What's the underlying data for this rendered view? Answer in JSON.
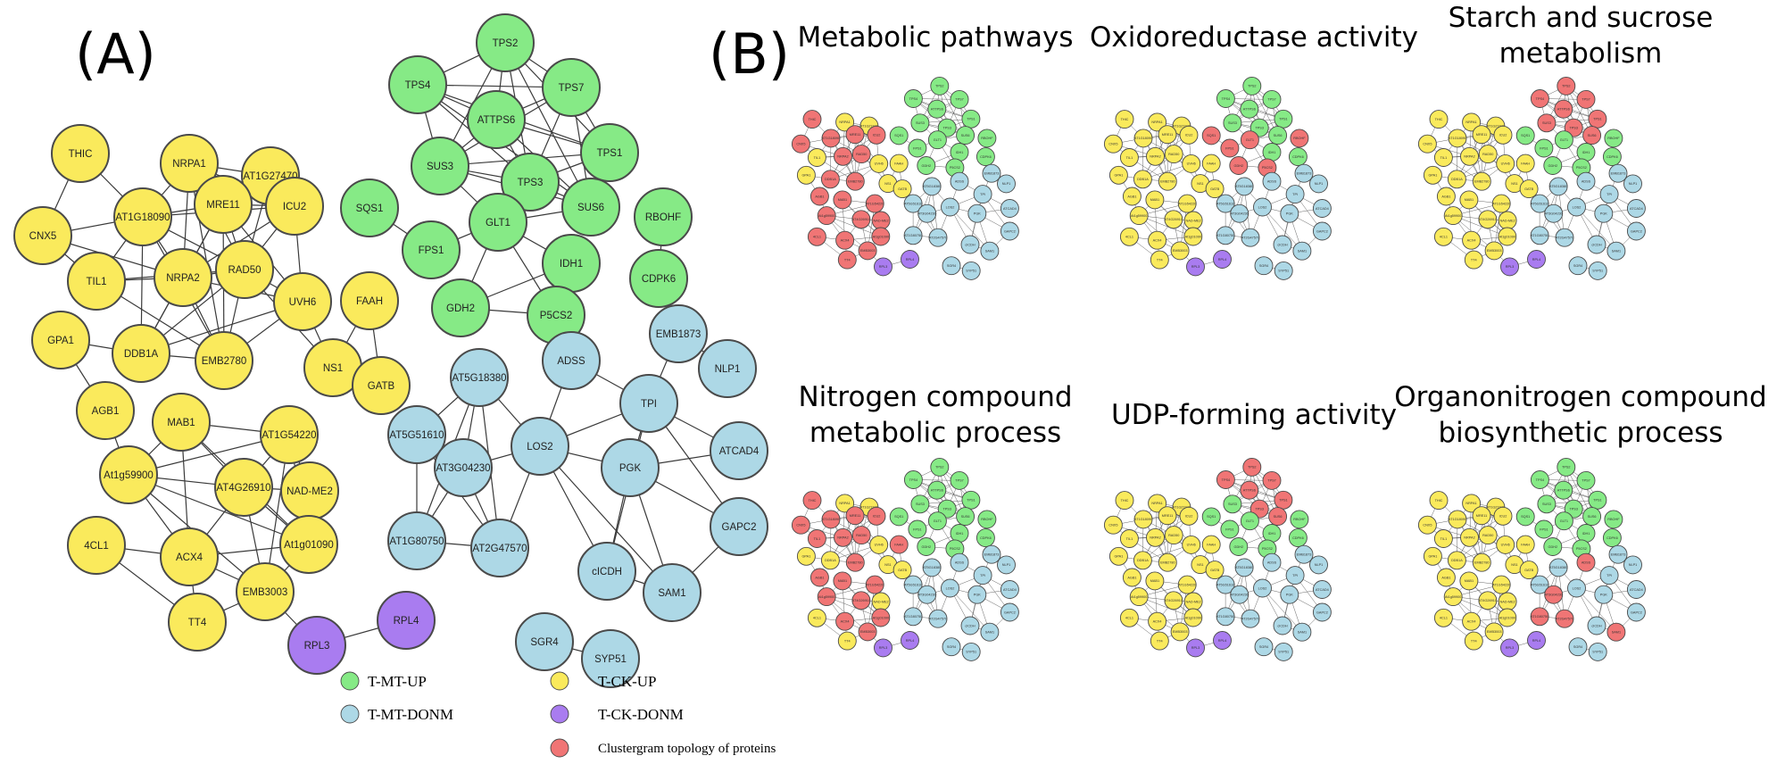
{
  "panels": {
    "a_label": "(A)",
    "b_label": "(B)"
  },
  "colors": {
    "T-MT-UP": "#86ea86",
    "T-CK-UP": "#faea5c",
    "T-MT-DONM": "#add8e6",
    "T-CK-DONM": "#a97cf0",
    "highlight": "#f07575"
  },
  "network": {
    "nodes": [
      {
        "id": "THIC",
        "group": "T-CK-UP"
      },
      {
        "id": "NRPA1",
        "group": "T-CK-UP"
      },
      {
        "id": "AT1G27470",
        "group": "T-CK-UP"
      },
      {
        "id": "AT1G18090",
        "group": "T-CK-UP"
      },
      {
        "id": "MRE11",
        "group": "T-CK-UP"
      },
      {
        "id": "ICU2",
        "group": "T-CK-UP"
      },
      {
        "id": "CNX5",
        "group": "T-CK-UP"
      },
      {
        "id": "TIL1",
        "group": "T-CK-UP"
      },
      {
        "id": "NRPA2",
        "group": "T-CK-UP"
      },
      {
        "id": "RAD50",
        "group": "T-CK-UP"
      },
      {
        "id": "UVH6",
        "group": "T-CK-UP"
      },
      {
        "id": "FAAH",
        "group": "T-CK-UP"
      },
      {
        "id": "GPA1",
        "group": "T-CK-UP"
      },
      {
        "id": "DDB1A",
        "group": "T-CK-UP"
      },
      {
        "id": "EMB2780",
        "group": "T-CK-UP"
      },
      {
        "id": "NS1",
        "group": "T-CK-UP"
      },
      {
        "id": "GATB",
        "group": "T-CK-UP"
      },
      {
        "id": "AGB1",
        "group": "T-CK-UP"
      },
      {
        "id": "MAB1",
        "group": "T-CK-UP"
      },
      {
        "id": "AT1G54220",
        "group": "T-CK-UP"
      },
      {
        "id": "NAD-ME2",
        "group": "T-CK-UP"
      },
      {
        "id": "At1g59900",
        "group": "T-CK-UP"
      },
      {
        "id": "AT4G26910",
        "group": "T-CK-UP"
      },
      {
        "id": "At1g01090",
        "group": "T-CK-UP"
      },
      {
        "id": "4CL1",
        "group": "T-CK-UP"
      },
      {
        "id": "ACX4",
        "group": "T-CK-UP"
      },
      {
        "id": "EMB3003",
        "group": "T-CK-UP"
      },
      {
        "id": "TT4",
        "group": "T-CK-UP"
      },
      {
        "id": "TPS2",
        "group": "T-MT-UP"
      },
      {
        "id": "TPS4",
        "group": "T-MT-UP"
      },
      {
        "id": "TPS7",
        "group": "T-MT-UP"
      },
      {
        "id": "ATTPS6",
        "group": "T-MT-UP"
      },
      {
        "id": "TPS1",
        "group": "T-MT-UP"
      },
      {
        "id": "SUS3",
        "group": "T-MT-UP"
      },
      {
        "id": "TPS3",
        "group": "T-MT-UP"
      },
      {
        "id": "SUS6",
        "group": "T-MT-UP"
      },
      {
        "id": "SQS1",
        "group": "T-MT-UP"
      },
      {
        "id": "GLT1",
        "group": "T-MT-UP"
      },
      {
        "id": "RBOHF",
        "group": "T-MT-UP"
      },
      {
        "id": "FPS1",
        "group": "T-MT-UP"
      },
      {
        "id": "IDH1",
        "group": "T-MT-UP"
      },
      {
        "id": "CDPK6",
        "group": "T-MT-UP"
      },
      {
        "id": "GDH2",
        "group": "T-MT-UP"
      },
      {
        "id": "P5CS2",
        "group": "T-MT-UP"
      },
      {
        "id": "EMB1873",
        "group": "T-MT-DONM"
      },
      {
        "id": "ADSS",
        "group": "T-MT-DONM"
      },
      {
        "id": "NLP1",
        "group": "T-MT-DONM"
      },
      {
        "id": "AT5G18380",
        "group": "T-MT-DONM"
      },
      {
        "id": "TPI",
        "group": "T-MT-DONM"
      },
      {
        "id": "AT5G51610",
        "group": "T-MT-DONM"
      },
      {
        "id": "LOS2",
        "group": "T-MT-DONM"
      },
      {
        "id": "ATCAD4",
        "group": "T-MT-DONM"
      },
      {
        "id": "AT3G04230",
        "group": "T-MT-DONM"
      },
      {
        "id": "PGK",
        "group": "T-MT-DONM"
      },
      {
        "id": "GAPC2",
        "group": "T-MT-DONM"
      },
      {
        "id": "AT1G80750",
        "group": "T-MT-DONM"
      },
      {
        "id": "AT2G47570",
        "group": "T-MT-DONM"
      },
      {
        "id": "cICDH",
        "group": "T-MT-DONM"
      },
      {
        "id": "SAM1",
        "group": "T-MT-DONM"
      },
      {
        "id": "SGR4",
        "group": "T-MT-DONM"
      },
      {
        "id": "SYP51",
        "group": "T-MT-DONM"
      },
      {
        "id": "RPL4",
        "group": "T-CK-DONM"
      },
      {
        "id": "RPL3",
        "group": "T-CK-DONM"
      }
    ],
    "edges": [
      [
        "THIC",
        "CNX5"
      ],
      [
        "THIC",
        "AT1G18090"
      ],
      [
        "CNX5",
        "AT1G18090"
      ],
      [
        "CNX5",
        "TIL1"
      ],
      [
        "CNX5",
        "NRPA2"
      ],
      [
        "NRPA1",
        "AT1G18090"
      ],
      [
        "NRPA1",
        "MRE11"
      ],
      [
        "NRPA1",
        "NRPA2"
      ],
      [
        "NRPA1",
        "RAD50"
      ],
      [
        "NRPA1",
        "ICU2"
      ],
      [
        "NRPA1",
        "AT1G27470"
      ],
      [
        "NRPA1",
        "EMB2780"
      ],
      [
        "AT1G27470",
        "MRE11"
      ],
      [
        "AT1G27470",
        "ICU2"
      ],
      [
        "AT1G27470",
        "RAD50"
      ],
      [
        "AT1G18090",
        "MRE11"
      ],
      [
        "AT1G18090",
        "NRPA2"
      ],
      [
        "AT1G18090",
        "RAD50"
      ],
      [
        "AT1G18090",
        "TIL1"
      ],
      [
        "AT1G18090",
        "EMB2780"
      ],
      [
        "AT1G18090",
        "DDB1A"
      ],
      [
        "AT1G18090",
        "ICU2"
      ],
      [
        "MRE11",
        "ICU2"
      ],
      [
        "MRE11",
        "NRPA2"
      ],
      [
        "MRE11",
        "RAD50"
      ],
      [
        "MRE11",
        "UVH6"
      ],
      [
        "MRE11",
        "EMB2780"
      ],
      [
        "MRE11",
        "DDB1A"
      ],
      [
        "ICU2",
        "RAD50"
      ],
      [
        "ICU2",
        "UVH6"
      ],
      [
        "ICU2",
        "NRPA2"
      ],
      [
        "TIL1",
        "NRPA2"
      ],
      [
        "TIL1",
        "EMB2780"
      ],
      [
        "TIL1",
        "RAD50"
      ],
      [
        "NRPA2",
        "RAD50"
      ],
      [
        "NRPA2",
        "DDB1A"
      ],
      [
        "NRPA2",
        "EMB2780"
      ],
      [
        "NRPA2",
        "UVH6"
      ],
      [
        "RAD50",
        "UVH6"
      ],
      [
        "RAD50",
        "EMB2780"
      ],
      [
        "RAD50",
        "DDB1A"
      ],
      [
        "RAD50",
        "NS1"
      ],
      [
        "UVH6",
        "EMB2780"
      ],
      [
        "UVH6",
        "DDB1A"
      ],
      [
        "UVH6",
        "NS1"
      ],
      [
        "DDB1A",
        "EMB2780"
      ],
      [
        "GPA1",
        "AGB1"
      ],
      [
        "GPA1",
        "DDB1A"
      ],
      [
        "FAAH",
        "GATB"
      ],
      [
        "FAAH",
        "NS1"
      ],
      [
        "NS1",
        "GATB"
      ],
      [
        "AGB1",
        "At1g59900"
      ],
      [
        "MAB1",
        "AT1G54220"
      ],
      [
        "MAB1",
        "AT4G26910"
      ],
      [
        "MAB1",
        "At1g59900"
      ],
      [
        "MAB1",
        "ACX4"
      ],
      [
        "MAB1",
        "At1g01090"
      ],
      [
        "AT1G54220",
        "AT4G26910"
      ],
      [
        "AT1G54220",
        "NAD-ME2"
      ],
      [
        "AT1G54220",
        "At1g59900"
      ],
      [
        "AT1G54220",
        "At1g01090"
      ],
      [
        "AT1G54220",
        "EMB3003"
      ],
      [
        "NAD-ME2",
        "AT4G26910"
      ],
      [
        "NAD-ME2",
        "At1g01090"
      ],
      [
        "At1g59900",
        "AT4G26910"
      ],
      [
        "At1g59900",
        "ACX4"
      ],
      [
        "At1g59900",
        "EMB3003"
      ],
      [
        "At1g59900",
        "At1g01090"
      ],
      [
        "AT4G26910",
        "At1g01090"
      ],
      [
        "AT4G26910",
        "ACX4"
      ],
      [
        "AT4G26910",
        "EMB3003"
      ],
      [
        "At1g01090",
        "EMB3003"
      ],
      [
        "At1g01090",
        "ACX4"
      ],
      [
        "ACX4",
        "EMB3003"
      ],
      [
        "ACX4",
        "4CL1"
      ],
      [
        "ACX4",
        "TT4"
      ],
      [
        "4CL1",
        "TT4"
      ],
      [
        "EMB3003",
        "TT4"
      ],
      [
        "EMB3003",
        "RPL3"
      ],
      [
        "TPS2",
        "TPS4"
      ],
      [
        "TPS2",
        "TPS7"
      ],
      [
        "TPS2",
        "ATTPS6"
      ],
      [
        "TPS2",
        "TPS1"
      ],
      [
        "TPS2",
        "SUS3"
      ],
      [
        "TPS2",
        "TPS3"
      ],
      [
        "TPS2",
        "SUS6"
      ],
      [
        "TPS4",
        "TPS7"
      ],
      [
        "TPS4",
        "ATTPS6"
      ],
      [
        "TPS4",
        "TPS1"
      ],
      [
        "TPS4",
        "SUS3"
      ],
      [
        "TPS4",
        "TPS3"
      ],
      [
        "TPS4",
        "SUS6"
      ],
      [
        "TPS7",
        "ATTPS6"
      ],
      [
        "TPS7",
        "TPS1"
      ],
      [
        "TPS7",
        "SUS3"
      ],
      [
        "TPS7",
        "TPS3"
      ],
      [
        "TPS7",
        "SUS6"
      ],
      [
        "ATTPS6",
        "TPS1"
      ],
      [
        "ATTPS6",
        "SUS3"
      ],
      [
        "ATTPS6",
        "TPS3"
      ],
      [
        "ATTPS6",
        "SUS6"
      ],
      [
        "TPS1",
        "SUS3"
      ],
      [
        "TPS1",
        "TPS3"
      ],
      [
        "TPS1",
        "SUS6"
      ],
      [
        "SUS3",
        "TPS3"
      ],
      [
        "SUS3",
        "SUS6"
      ],
      [
        "TPS3",
        "SUS6"
      ],
      [
        "SUS3",
        "GLT1"
      ],
      [
        "TPS3",
        "GLT1"
      ],
      [
        "SUS6",
        "GLT1"
      ],
      [
        "SQS1",
        "FPS1"
      ],
      [
        "GLT1",
        "FPS1"
      ],
      [
        "GLT1",
        "IDH1"
      ],
      [
        "GLT1",
        "GDH2"
      ],
      [
        "GLT1",
        "P5CS2"
      ],
      [
        "GDH2",
        "P5CS2"
      ],
      [
        "IDH1",
        "P5CS2"
      ],
      [
        "IDH1",
        "GDH2"
      ],
      [
        "RBOHF",
        "CDPK6"
      ],
      [
        "EMB1873",
        "NLP1"
      ],
      [
        "EMB1873",
        "TPI"
      ],
      [
        "ADSS",
        "TPI"
      ],
      [
        "ADSS",
        "LOS2"
      ],
      [
        "AT5G18380",
        "AT5G51610"
      ],
      [
        "AT5G18380",
        "AT3G04230"
      ],
      [
        "AT5G18380",
        "LOS2"
      ],
      [
        "AT5G18380",
        "AT1G80750"
      ],
      [
        "AT5G18380",
        "AT2G47570"
      ],
      [
        "AT5G51610",
        "AT3G04230"
      ],
      [
        "AT5G51610",
        "AT1G80750"
      ],
      [
        "AT5G51610",
        "AT2G47570"
      ],
      [
        "AT3G04230",
        "AT1G80750"
      ],
      [
        "AT3G04230",
        "AT2G47570"
      ],
      [
        "AT3G04230",
        "LOS2"
      ],
      [
        "AT1G80750",
        "AT2G47570"
      ],
      [
        "LOS2",
        "TPI"
      ],
      [
        "LOS2",
        "PGK"
      ],
      [
        "LOS2",
        "cICDH"
      ],
      [
        "LOS2",
        "AT2G47570"
      ],
      [
        "LOS2",
        "SAM1"
      ],
      [
        "TPI",
        "PGK"
      ],
      [
        "TPI",
        "ATCAD4"
      ],
      [
        "TPI",
        "GAPC2"
      ],
      [
        "TPI",
        "cICDH"
      ],
      [
        "PGK",
        "GAPC2"
      ],
      [
        "PGK",
        "cICDH"
      ],
      [
        "PGK",
        "SAM1"
      ],
      [
        "PGK",
        "ATCAD4"
      ],
      [
        "GAPC2",
        "SAM1"
      ],
      [
        "cICDH",
        "SAM1"
      ],
      [
        "SGR4",
        "SYP51"
      ],
      [
        "RPL3",
        "RPL4"
      ]
    ]
  },
  "enrichment_panels": [
    {
      "title_lines": [
        "Metabolic pathways"
      ],
      "highlighted": [
        "THIC",
        "AT1G18090",
        "MRE11",
        "CNX5",
        "NRPA2",
        "RAD50",
        "ICU2",
        "DDB1A",
        "EMB2780",
        "AGB1",
        "MAB1",
        "AT1G54220",
        "At1g59900",
        "AT4G26910",
        "NAD-ME2",
        "ACX4",
        "4CL1",
        "TT4",
        "At1g01090",
        "EMB3003"
      ]
    },
    {
      "title_lines": [
        "Oxidoreductase activity"
      ],
      "highlighted": [
        "SQS1",
        "GLT1",
        "RBOHF",
        "FPS1",
        "GDH2",
        "P5CS2"
      ]
    },
    {
      "title_lines": [
        "Starch and sucrose",
        "metabolism"
      ],
      "highlighted": [
        "TPS2",
        "TPS4",
        "TPS7",
        "ATTPS6",
        "TPS1",
        "SUS3",
        "TPS3",
        "SUS6"
      ]
    },
    {
      "title_lines": [
        "Nitrogen compound",
        "metabolic process"
      ],
      "highlighted": [
        "THIC",
        "AT1G18090",
        "MRE11",
        "ICU2",
        "CNX5",
        "TIL1",
        "NRPA2",
        "RAD50",
        "FAAH",
        "EMB2780",
        "AGB1",
        "MAB1",
        "AT1G54220",
        "At1g59900",
        "AT4G26910",
        "At1g01090",
        "ACX4",
        "EMB3003"
      ]
    },
    {
      "title_lines": [
        "UDP-forming activity"
      ],
      "highlighted": [
        "TPS2",
        "TPS4",
        "TPS7",
        "ATTPS6",
        "TPS1",
        "TPS3",
        "SUS6"
      ]
    },
    {
      "title_lines": [
        "Organonitrogen compound",
        "biosynthetic process"
      ],
      "highlighted": [
        "ADSS",
        "AT1G80750",
        "AT2G47570",
        "AT3G04230",
        "SAM1"
      ]
    }
  ],
  "legend": [
    {
      "label": "T-MT-UP",
      "group": "T-MT-UP"
    },
    {
      "label": "T-CK-UP",
      "group": "T-CK-UP"
    },
    {
      "label": "T-MT-DONM",
      "group": "T-MT-DONM"
    },
    {
      "label": "T-CK-DONM",
      "group": "T-CK-DONM"
    },
    {
      "label": "Clustergram topology of proteins",
      "group": "highlight"
    }
  ]
}
